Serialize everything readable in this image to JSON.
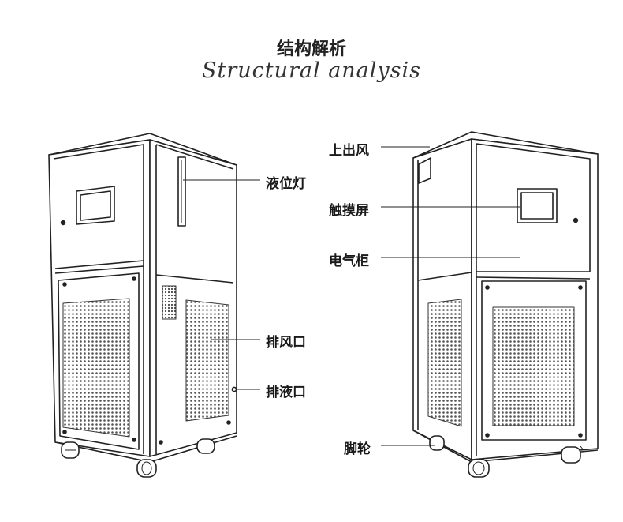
{
  "header": {
    "title_cn": "结构解析",
    "title_en": "Structural analysis"
  },
  "labels": {
    "liquid_level_light": "液位灯",
    "exhaust_vent": "排风口",
    "drain_outlet": "排液口",
    "top_air_outlet": "上出风",
    "touch_screen": "触摸屏",
    "electrical_cabinet": "电气柜",
    "casters": "脚轮"
  }
}
